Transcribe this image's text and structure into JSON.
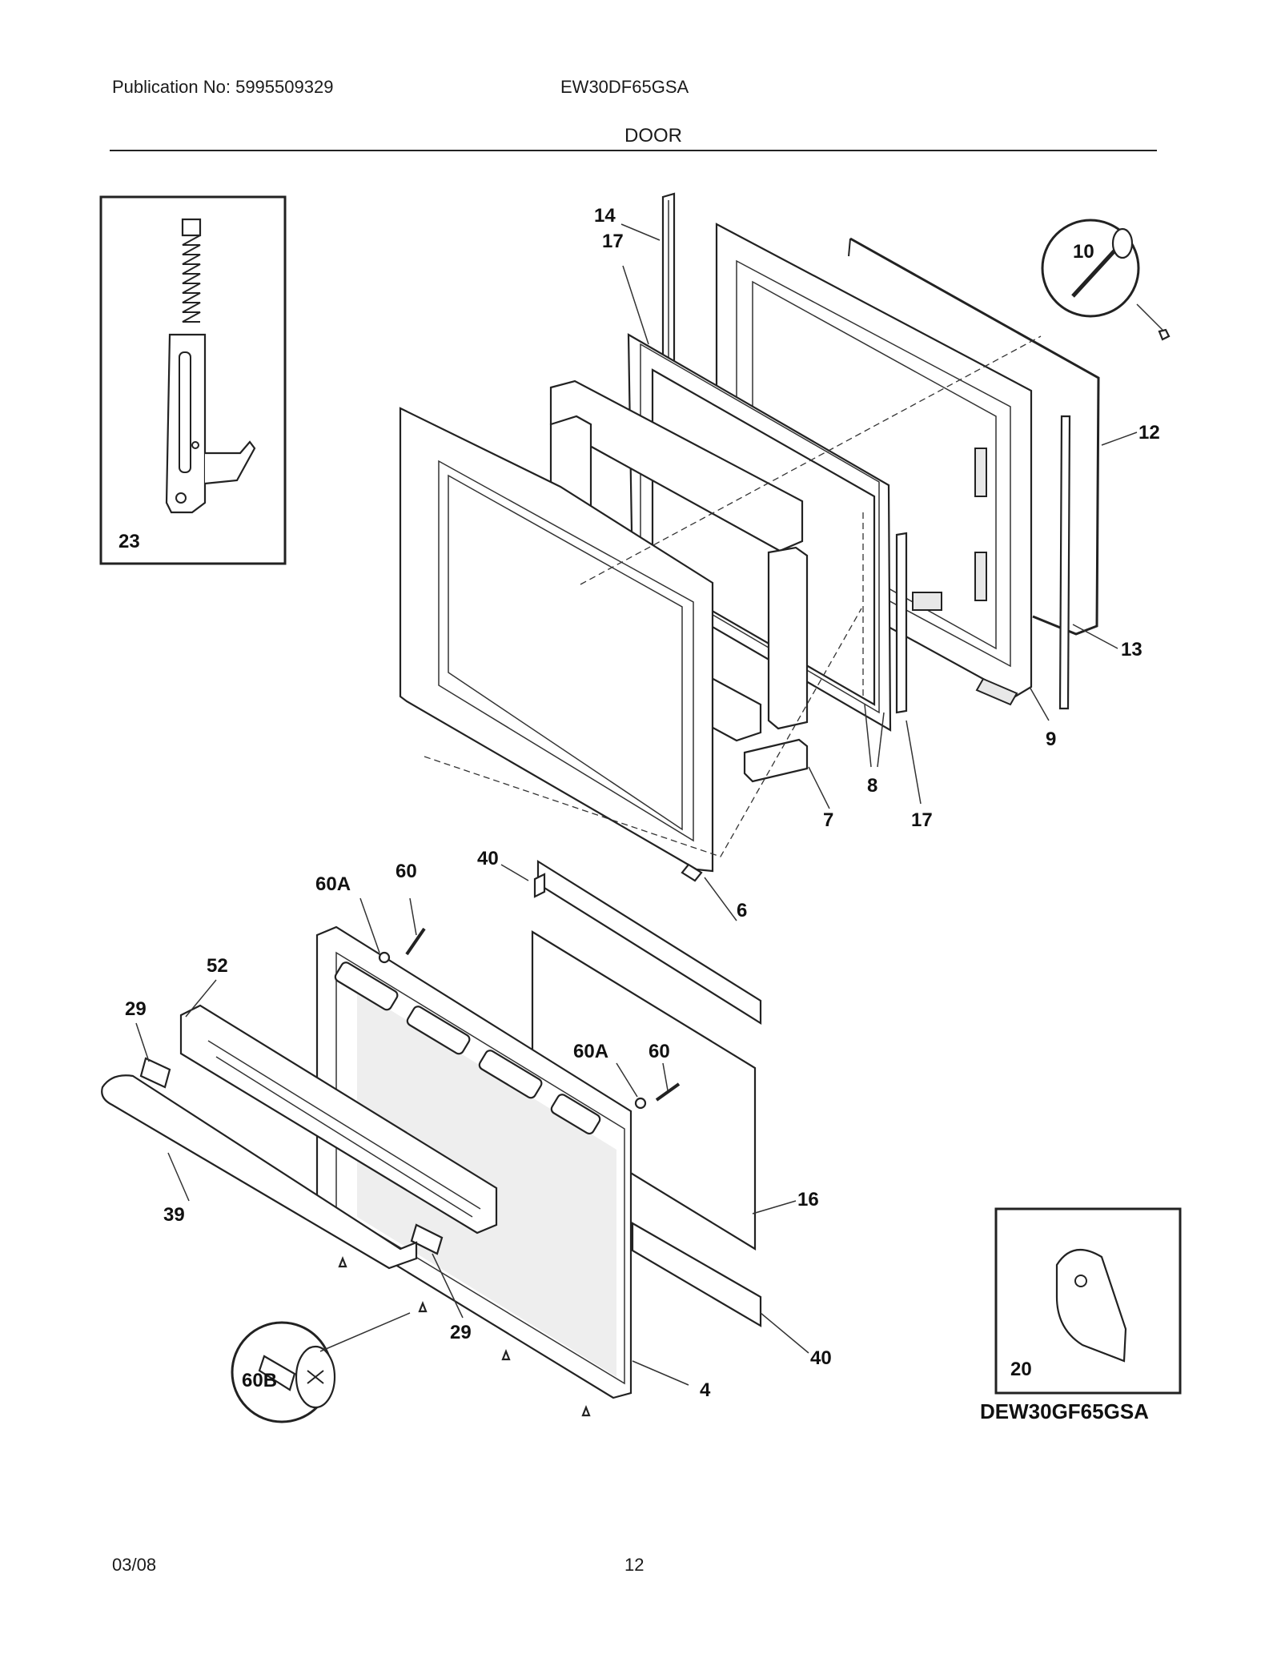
{
  "header": {
    "publication": "Publication No: 5995509329",
    "model": "EW30DF65GSA",
    "section": "DOOR"
  },
  "callouts": {
    "c14": "14",
    "c17a": "17",
    "c10": "10",
    "c12": "12",
    "c13": "13",
    "c9": "9",
    "c8": "8",
    "c17b": "17",
    "c7": "7",
    "c6": "6",
    "c40a": "40",
    "c60a": "60",
    "c60Aa": "60A",
    "c52": "52",
    "c29a": "29",
    "c39": "39",
    "c60Ab": "60A",
    "c60b": "60",
    "c16": "16",
    "c29b": "29",
    "c40b": "40",
    "c4": "4",
    "c60B": "60B",
    "c23": "23",
    "c20": "20"
  },
  "variant_note": "DEW30GF65GSA",
  "footer": {
    "date": "03/08",
    "page": "12"
  }
}
